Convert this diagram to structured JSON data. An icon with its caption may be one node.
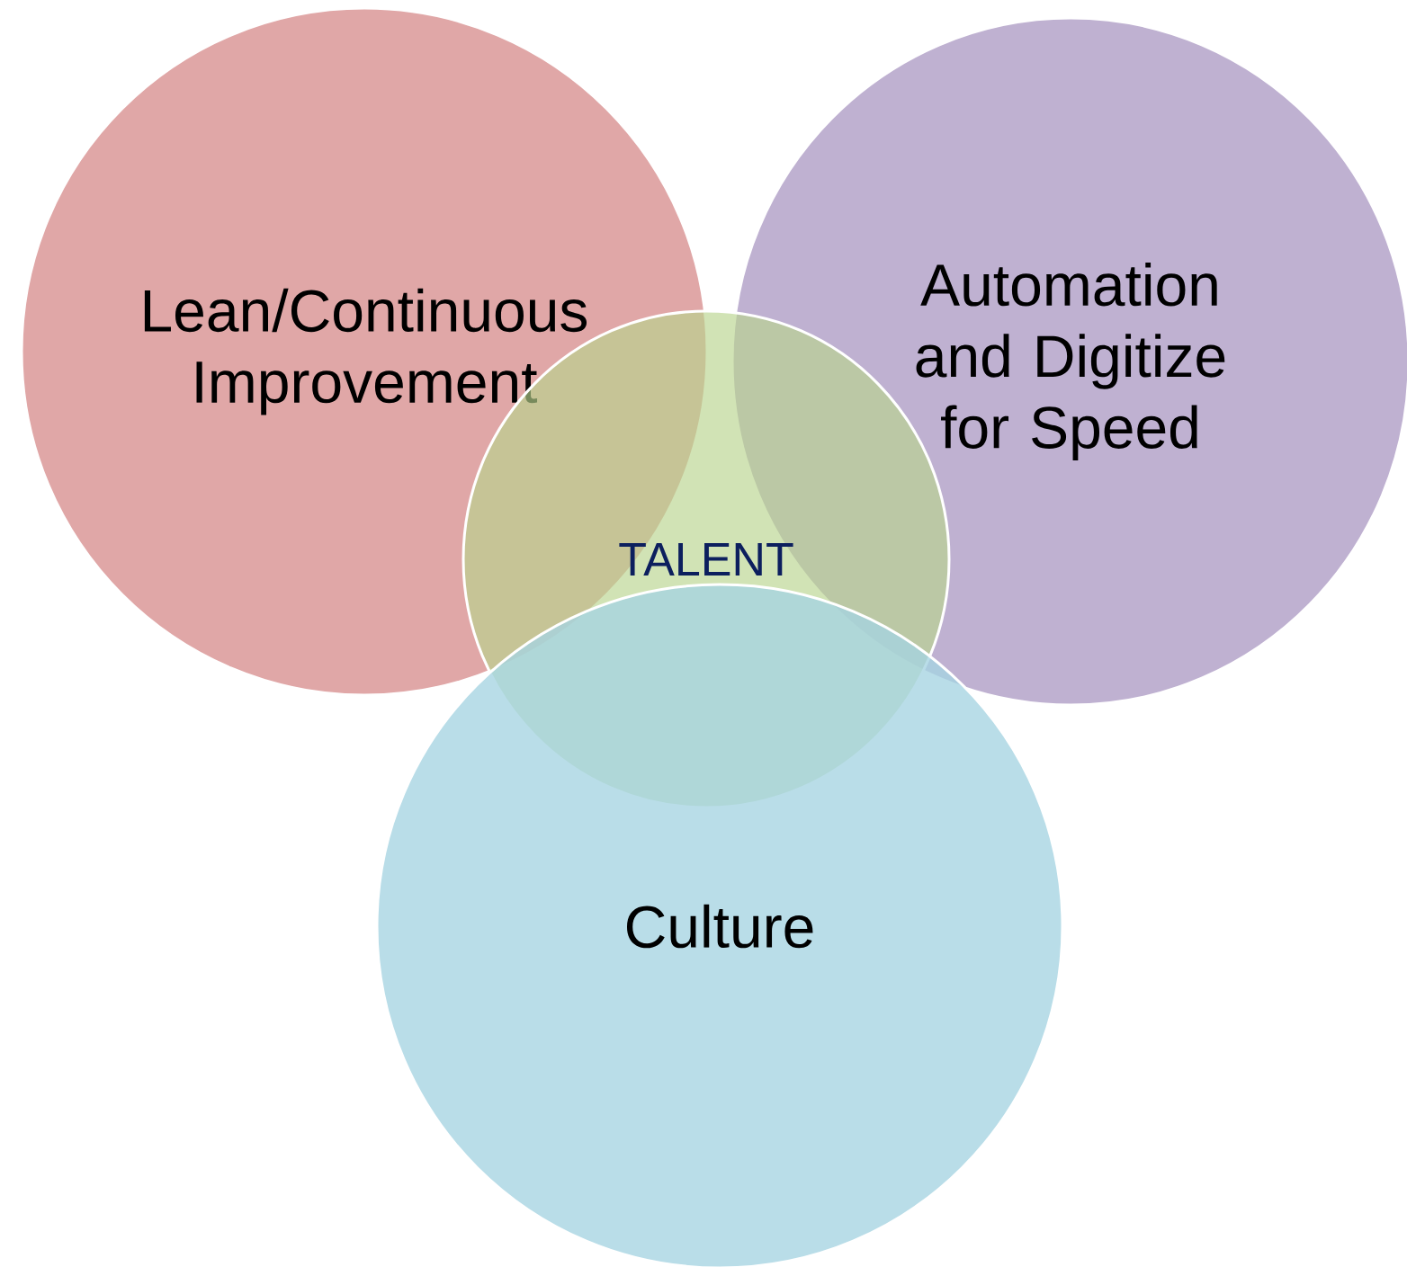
{
  "diagram": {
    "nodes": [
      {
        "text": [
          "Lean/Continuous Improvement"
        ]
      },
      {
        "text": [
          "Automation and Digitize for Speed"
        ]
      },
      {
        "text": [
          "TALENT"
        ]
      },
      {
        "text": [
          "Culture"
        ]
      }
    ]
  }
}
